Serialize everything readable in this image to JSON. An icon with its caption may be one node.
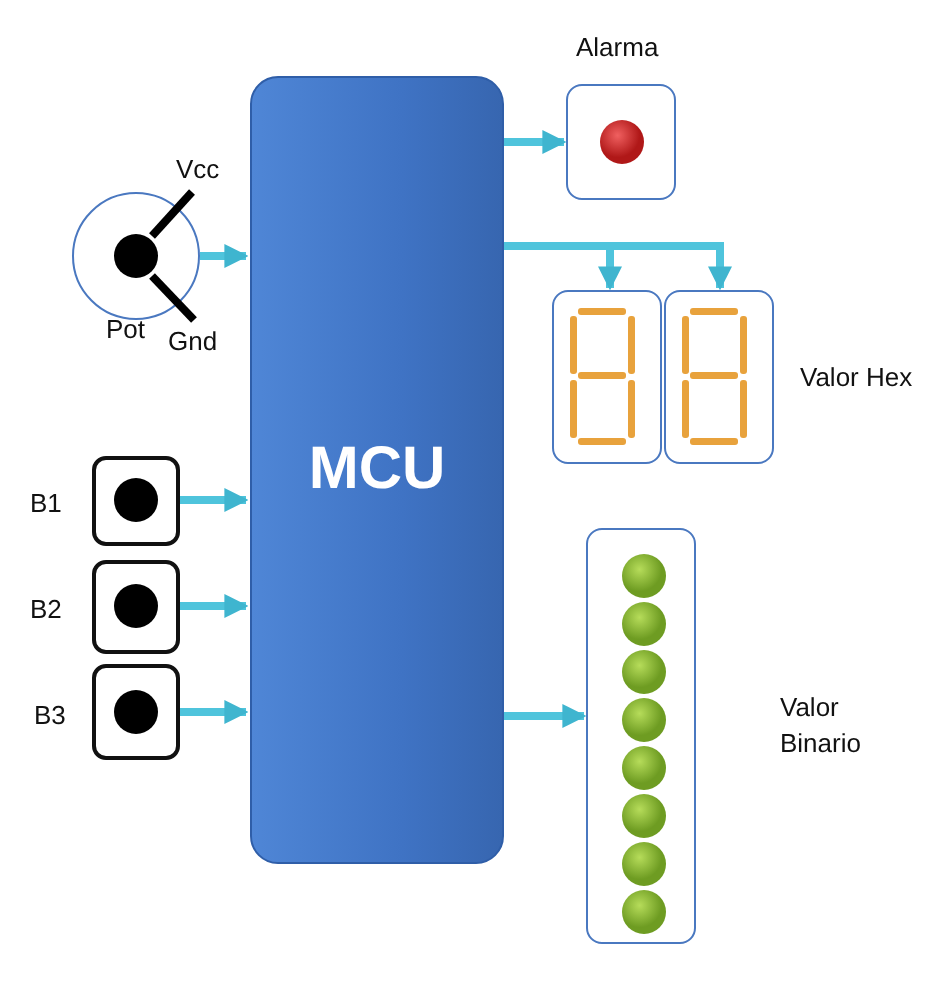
{
  "diagram": {
    "nodes": [
      {
        "text": [
          "MCU"
        ]
      },
      {
        "text": [
          "Pot"
        ]
      },
      {
        "text": [
          "B1"
        ]
      },
      {
        "text": [
          "B2"
        ]
      },
      {
        "text": [
          "B3"
        ]
      },
      {
        "text": [
          "Alarma"
        ]
      },
      {
        "text": [],
        "shape": "box"
      },
      {
        "text": [],
        "shape": "box"
      },
      {
        "text": [],
        "shape": "box"
      }
    ],
    "edges": [
      {
        "from": 1,
        "to": 0,
        "arrow": "to"
      },
      {
        "from": 2,
        "to": 0,
        "arrow": "to"
      },
      {
        "from": 3,
        "to": 0,
        "arrow": "to"
      },
      {
        "from": 4,
        "to": 0,
        "arrow": "to"
      },
      {
        "from": 0,
        "to": 5,
        "arrow": "to"
      },
      {
        "from": 0,
        "to": 6,
        "arrow": "to"
      },
      {
        "from": 0,
        "to": 7,
        "arrow": "to"
      },
      {
        "from": 0,
        "to": 8,
        "arrow": "to"
      }
    ],
    "labels": [
      "Vcc",
      "Gnd",
      "Valor Hex",
      "Valor Binario"
    ]
  }
}
